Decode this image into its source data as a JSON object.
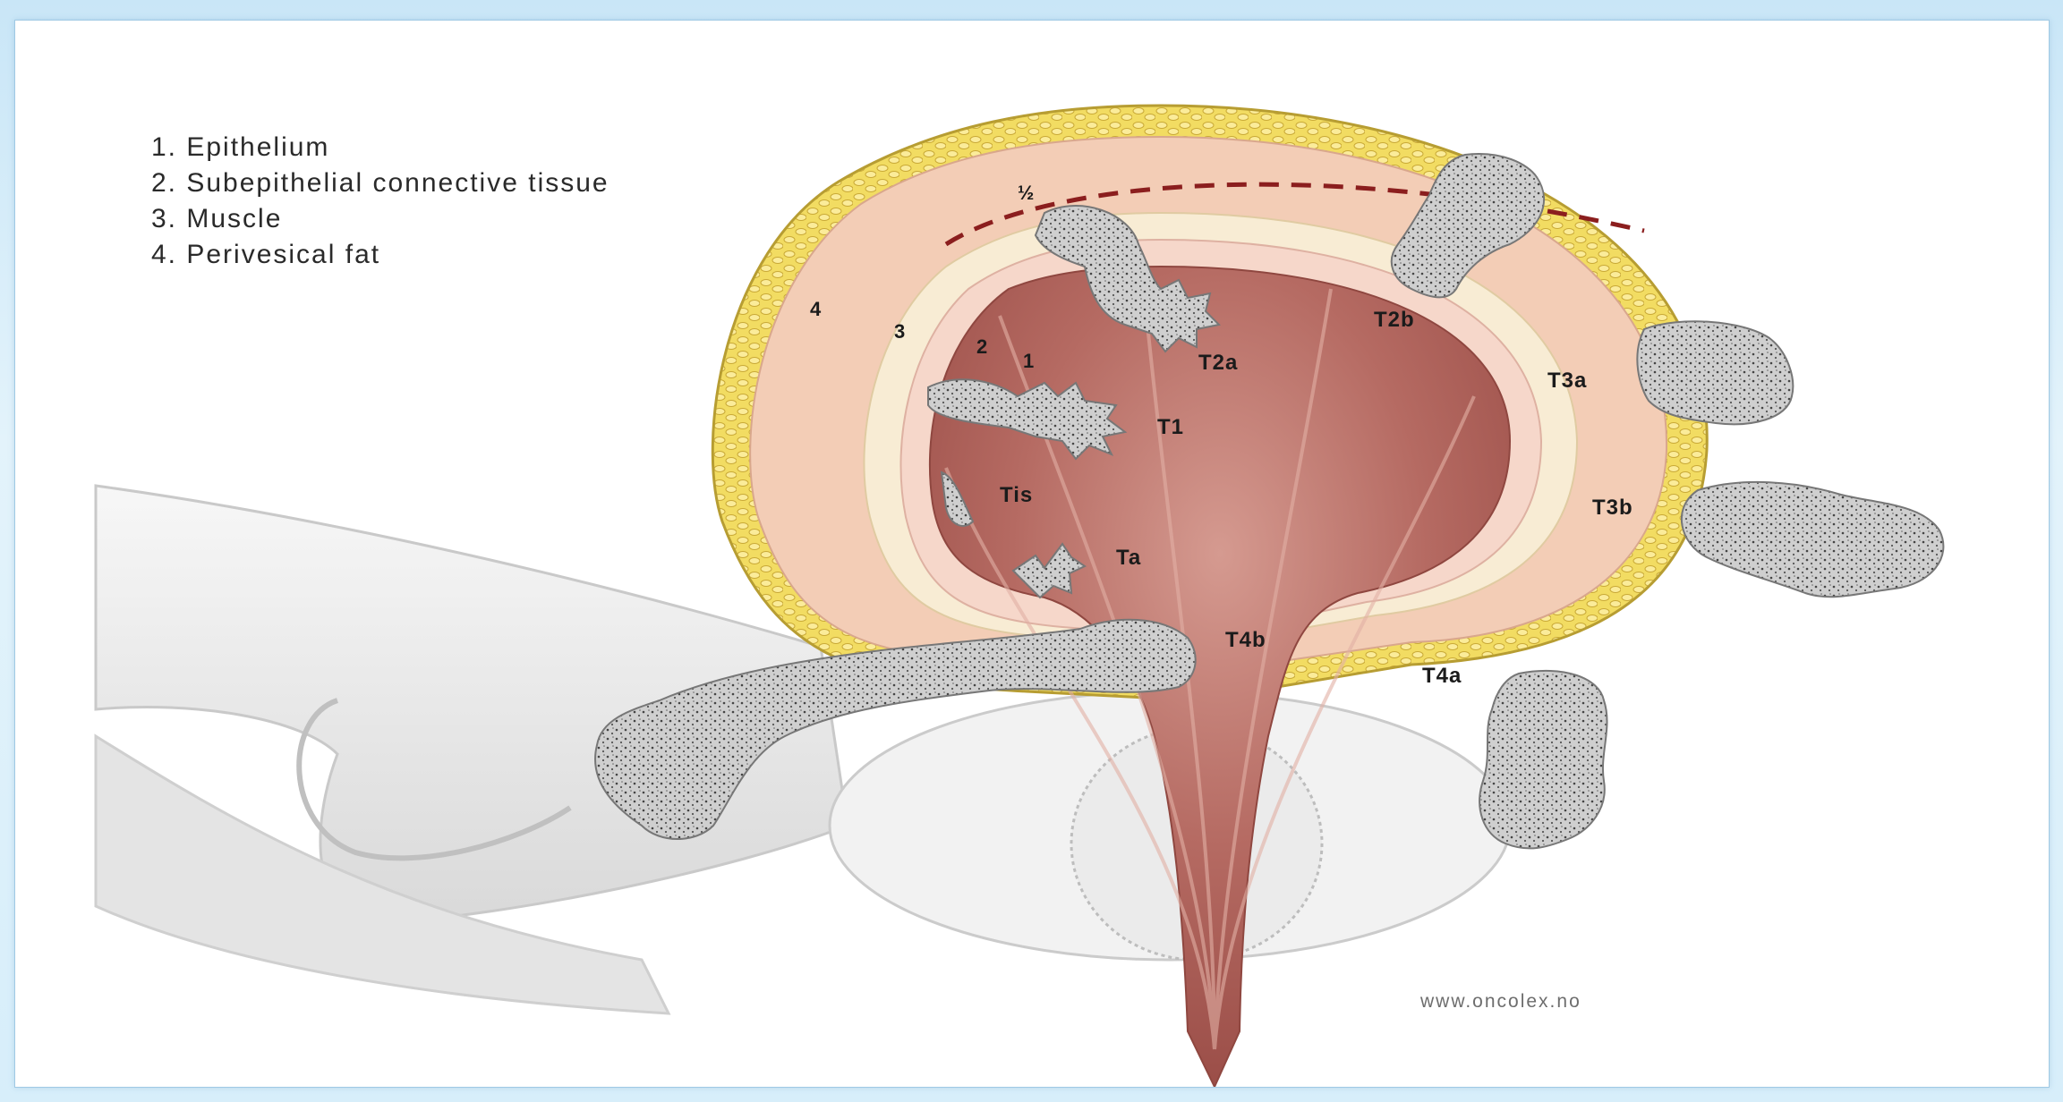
{
  "legend": {
    "items": [
      "1. Epithelium",
      "2. Subepithelial connective tissue",
      "3. Muscle",
      "4. Perivesical fat"
    ]
  },
  "layer_numbers": {
    "epithelium": "1",
    "connective": "2",
    "muscle": "3",
    "fat": "4",
    "half": "½"
  },
  "stage_labels": {
    "tis": "Tis",
    "ta": "Ta",
    "t1": "T1",
    "t2a": "T2a",
    "t2b": "T2b",
    "t3a": "T3a",
    "t3b": "T3b",
    "t4a": "T4a",
    "t4b": "T4b"
  },
  "credit": "www.oncolex.no",
  "colors": {
    "fat": "#f3df6a",
    "muscle": "#f3cdb6",
    "connective": "#f8ecd4",
    "epithelium": "#f7dcd0",
    "lumen": "#b8665f",
    "tumor": "#c9c9c9",
    "pelvis": "#ececec"
  }
}
